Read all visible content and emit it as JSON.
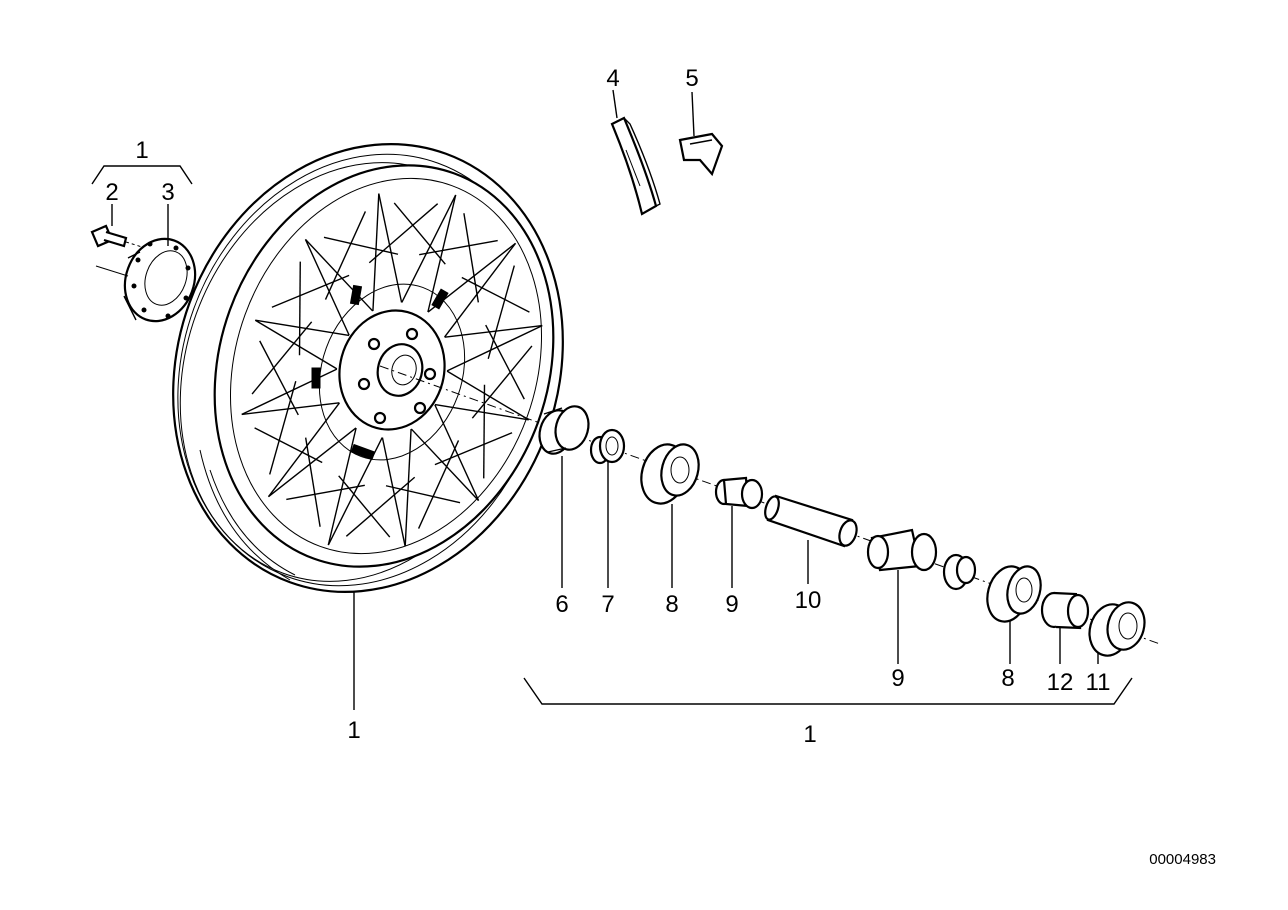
{
  "diagram": {
    "reference_number": "00004983",
    "labels": {
      "wheel_assembly_top": "1",
      "bolt": "2",
      "flange": "3",
      "balance_weight_a": "4",
      "balance_weight_b": "5",
      "seal_ring": "6",
      "spacer_bush": "7",
      "ball_bearing_left": "8",
      "hub_sleeve_left": "9",
      "spacer_tube": "10",
      "hub_sleeve_right": "9",
      "ball_bearing_right": "8",
      "spacer_right": "12",
      "seal_right": "11",
      "wheel": "1",
      "wheel_assembly_bottom": "1"
    }
  }
}
